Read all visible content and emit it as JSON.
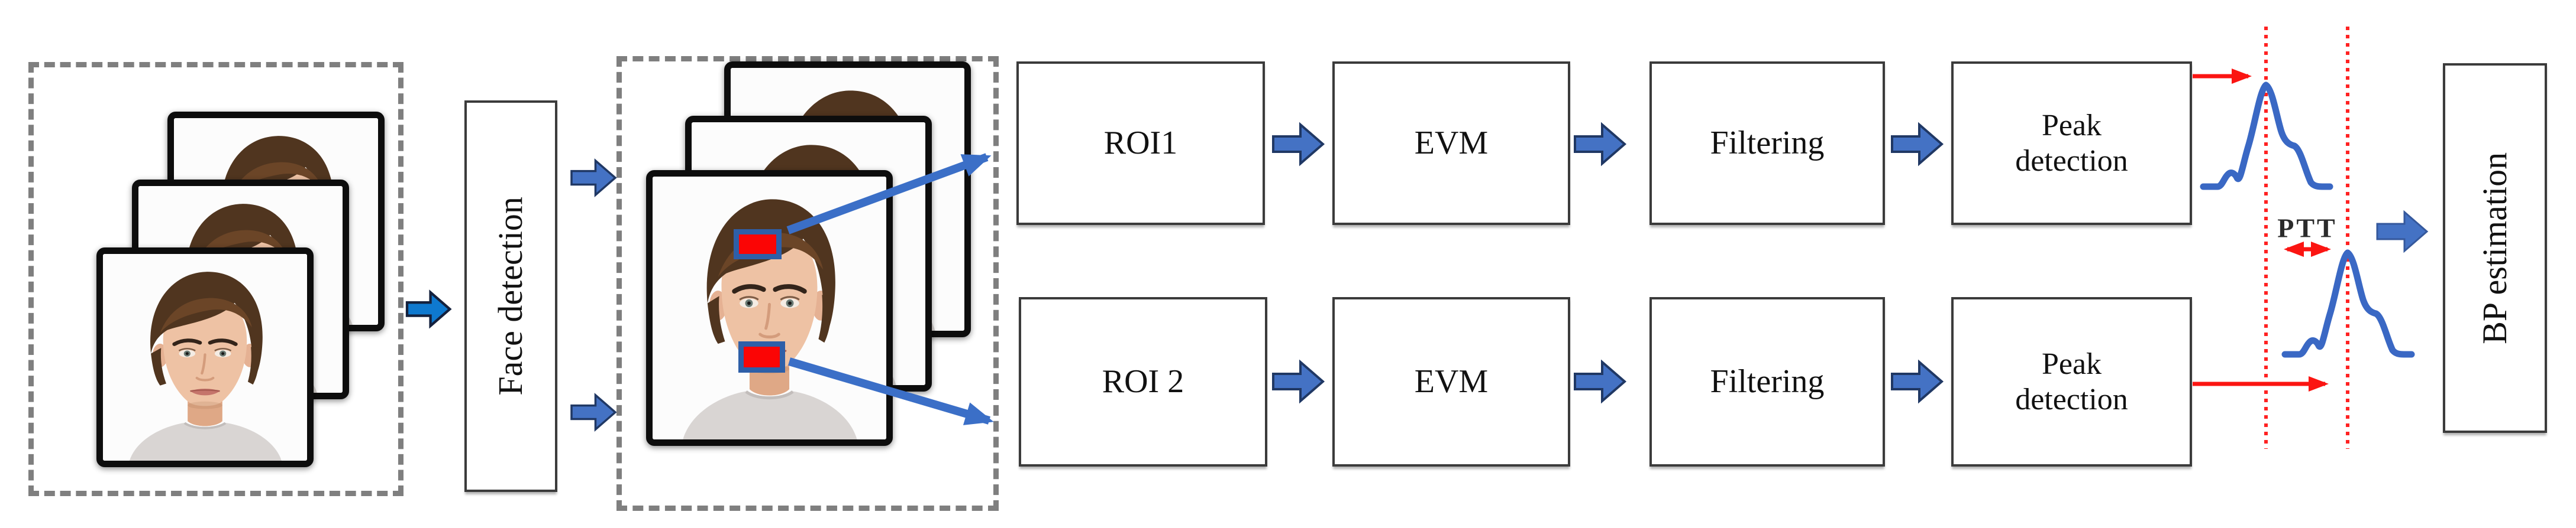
{
  "diagram": {
    "title_semantic": "Camera-based blood pressure estimation pipeline",
    "input_stage": {
      "description_icon": "video-frame-stack",
      "frame_count": 3
    },
    "face_detection_label": "Face detection",
    "roi_stage": {
      "description_icon": "face-frame-stack-with-roi-markers",
      "roi_marker_count": 2
    },
    "rows": [
      {
        "roi": "ROI1",
        "evm": "EVM",
        "filtering": "Filtering",
        "peak": "Peak detection"
      },
      {
        "roi": "ROI 2",
        "evm": "EVM",
        "filtering": "Filtering",
        "peak": "Peak detection"
      }
    ],
    "ptt_label": "PTT",
    "bp_estimation_label": "BP estimation",
    "signals": {
      "count": 2,
      "type": "pulse waveform",
      "alignment": "upper peak on first dotted line, lower peak on second dotted line"
    }
  },
  "colors": {
    "box_border": "#3b3b3b",
    "dashed_border": "#7f7f7f",
    "block_arrow_blue": "#4472c4",
    "block_arrow_outline": "#203864",
    "bright_arrow_blue": "#0e79cf",
    "link_arrow_blue": "#3b6fc7",
    "signal_blue": "#3a68c4",
    "red": "#fb1512",
    "roi_fill": "#fb0505",
    "roi_border": "#2e5fa8"
  }
}
